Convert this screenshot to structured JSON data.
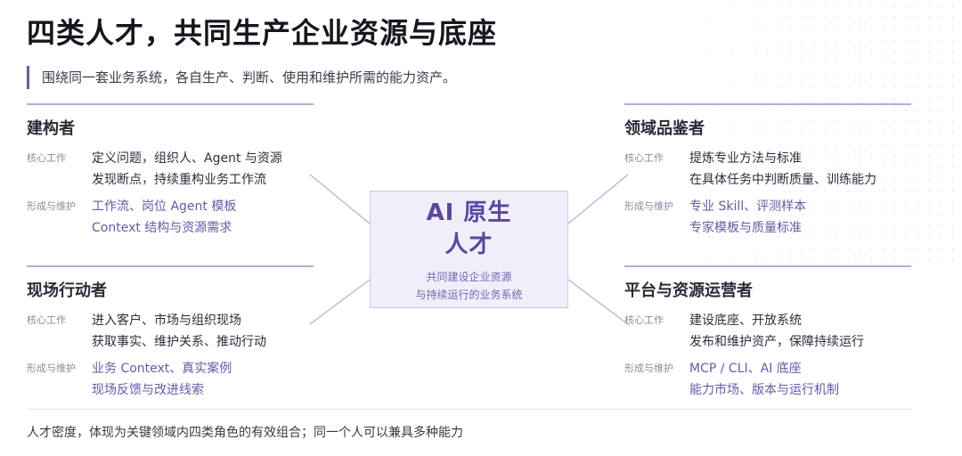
{
  "header": {
    "title": "四类人才，共同生产企业资源与底座",
    "subtitle": "围绕同一套业务系统，各自生产、判断、使用和维护所需的能力资产。"
  },
  "center": {
    "title_line1": "AI 原生",
    "title_line2": "人才",
    "desc_line1": "共同建设企业资源",
    "desc_line2": "与持续运行的业务系统"
  },
  "roles": [
    {
      "name": "建构者",
      "label_work": "核心工作",
      "work": [
        "定义问题，组织人、Agent 与资源",
        "发现断点，持续重构业务工作流"
      ],
      "label_form": "形成与维护",
      "form": [
        "工作流、岗位 Agent 模板",
        "Context 结构与资源需求"
      ]
    },
    {
      "name": "现场行动者",
      "label_work": "核心工作",
      "work": [
        "进入客户、市场与组织现场",
        "获取事实、维护关系、推动行动"
      ],
      "label_form": "形成与维护",
      "form": [
        "业务 Context、真实案例",
        "现场反馈与改进线索"
      ]
    },
    {
      "name": "领域品鉴者",
      "label_work": "核心工作",
      "work": [
        "提炼专业方法与标准",
        "在具体任务中判断质量、训练能力"
      ],
      "label_form": "形成与维护",
      "form": [
        "专业 Skill、评测样本",
        "专家模板与质量标准"
      ]
    },
    {
      "name": "平台与资源运营者",
      "label_work": "核心工作",
      "work": [
        "建设底座、开放系统",
        "发布和维护资产，保障持续运行"
      ],
      "label_form": "形成与维护",
      "form": [
        "MCP / CLI、AI 底座",
        "能力市场、版本与运行机制"
      ]
    }
  ],
  "footer": {
    "text": "人才密度，体现为关键领域内四类角色的有效组合；同一个人可以兼具多种能力"
  },
  "colors": {
    "accent": "#6b5aa6",
    "center_fill": "#f1eefa",
    "connector": "#b8acd8"
  }
}
